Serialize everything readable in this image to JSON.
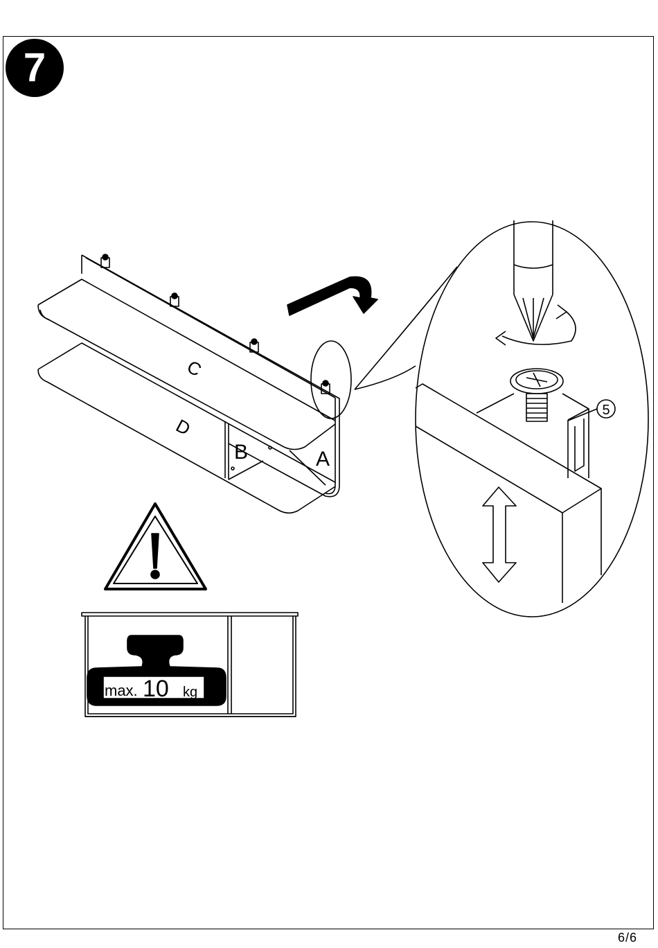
{
  "step": {
    "number": "7"
  },
  "shelf": {
    "panel_labels": {
      "top_shelf": "C",
      "bottom_shelf": "D",
      "divider": "B",
      "side": "A"
    }
  },
  "detail": {
    "part_number": "5"
  },
  "load_limit": {
    "max_text": "max.",
    "value": "10",
    "unit": "kg"
  },
  "footer": {
    "page": "6/6"
  }
}
